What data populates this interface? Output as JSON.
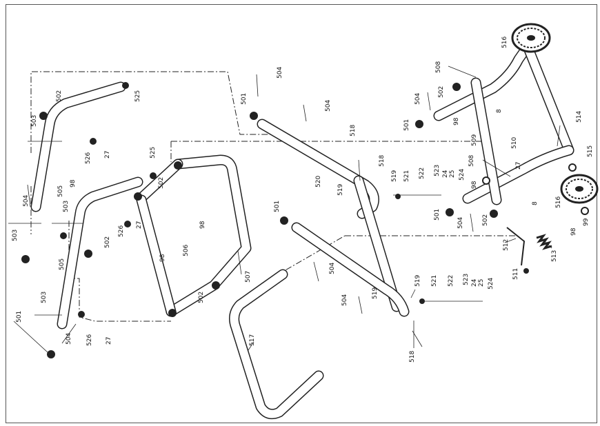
{
  "labels": {
    "l501": "501",
    "l502": "502",
    "l503": "503",
    "l504": "504",
    "l505": "505",
    "l506": "506",
    "l507": "507",
    "l508": "508",
    "l509": "509",
    "l510": "510",
    "l511": "511",
    "l512": "512",
    "l513": "513",
    "l514": "514",
    "l515": "515",
    "l516": "516",
    "l517": "517",
    "l518": "518",
    "l519": "519",
    "l520": "520",
    "l521": "521",
    "l522": "522",
    "l523": "523",
    "l524": "524",
    "l525": "525",
    "l526": "526",
    "l27": "27",
    "l24": "24",
    "l25": "25",
    "l8": "8",
    "l98": "98",
    "l99": "99"
  },
  "colors": {
    "line": "#222222",
    "background": "#ffffff",
    "border": "#555555"
  }
}
